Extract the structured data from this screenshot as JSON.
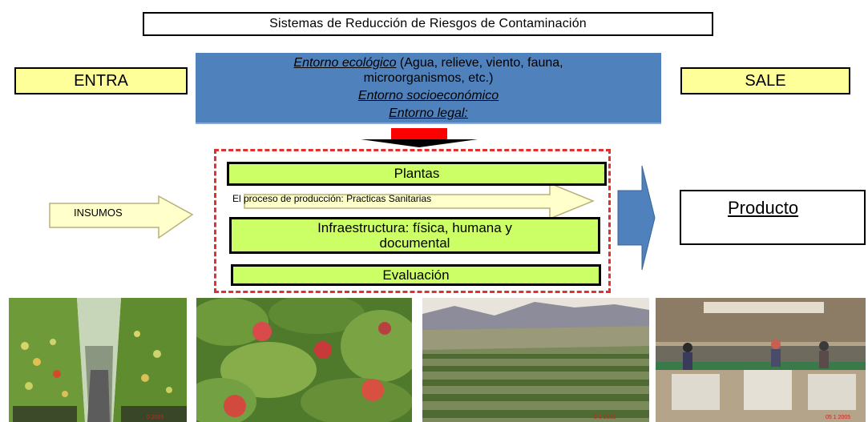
{
  "title": "Sistemas de Reducción de Riesgos de Contaminación",
  "entra_label": "ENTRA",
  "sale_label": "SALE",
  "environment": {
    "ecologico_label": "Entorno ecológico",
    "ecologico_detail_1": " (Agua, relieve, viento, fauna,",
    "ecologico_detail_2": "microorganismos,  etc.)",
    "socioeconomico": "Entorno socioeconómico",
    "legal": "Entorno legal:"
  },
  "bars": {
    "plantas": "Plantas",
    "process": "El proceso de producción: Practicas Sanitarias",
    "infra_line1": "Infraestructura: física, humana y",
    "infra_line2": "documental",
    "evaluacion": "Evaluación"
  },
  "insumos_label": "INSUMOS",
  "producto_label": "Producto",
  "photos": [
    {
      "subject": "greenhouse tomato plants",
      "stamp": "0 2005"
    },
    {
      "subject": "raspberry fruit on bush",
      "stamp": ""
    },
    {
      "subject": "orchard valley with mountains",
      "stamp": "5 1 2005"
    },
    {
      "subject": "packing house workers",
      "stamp": "05 1 2005"
    }
  ],
  "colors": {
    "environment_panel": "#4f81bd",
    "tag_yellow": "#ffff99",
    "green_bar": "#ccff66",
    "dash_red": "#e03030",
    "down_arrow_red": "#ff0000",
    "arrow_fill": "#ffffcc",
    "big_arrow_blue": "#4f81bd"
  }
}
